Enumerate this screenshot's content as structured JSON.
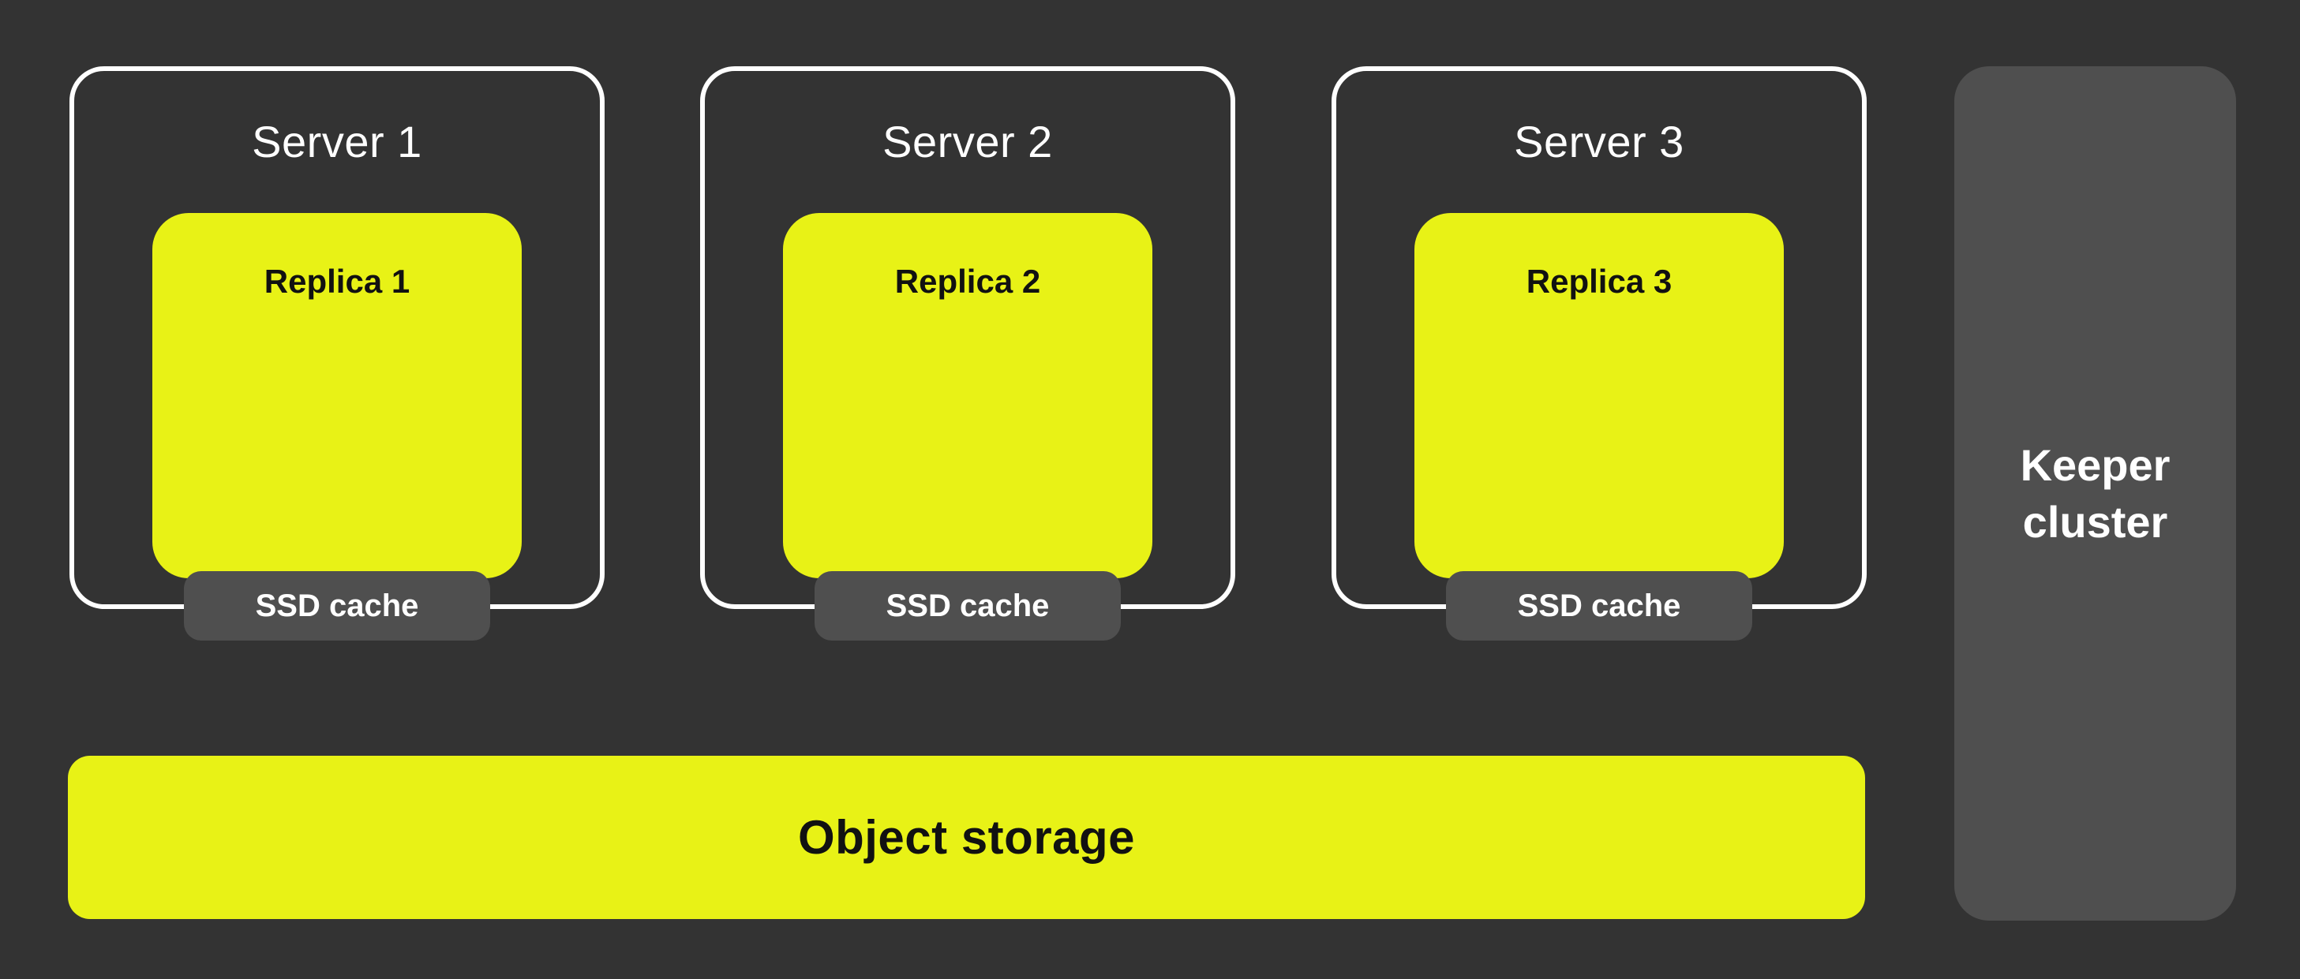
{
  "colors": {
    "background": "#333333",
    "panel_gray": "#4F4F4F",
    "accent_yellow": "#E8F216",
    "text_light": "#FFFFFF",
    "text_dark": "#111111"
  },
  "servers": [
    {
      "title": "Server 1",
      "replica_label": "Replica 1",
      "cache_label": "SSD cache"
    },
    {
      "title": "Server 2",
      "replica_label": "Replica 2",
      "cache_label": "SSD cache"
    },
    {
      "title": "Server 3",
      "replica_label": "Replica 3",
      "cache_label": "SSD cache"
    }
  ],
  "keeper": {
    "label": "Keeper cluster"
  },
  "object_storage": {
    "label": "Object storage"
  }
}
